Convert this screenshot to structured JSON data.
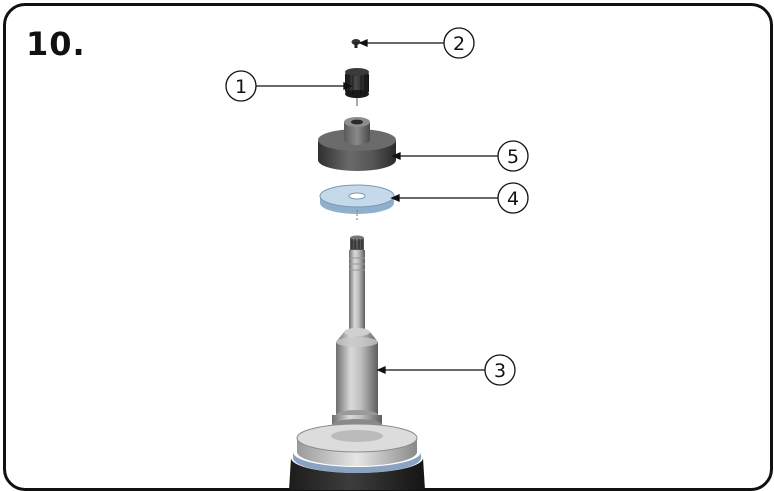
{
  "step": {
    "number": "10."
  },
  "callouts": [
    {
      "id": "1",
      "label": "1"
    },
    {
      "id": "2",
      "label": "2"
    },
    {
      "id": "3",
      "label": "3"
    },
    {
      "id": "4",
      "label": "4"
    },
    {
      "id": "5",
      "label": "5"
    }
  ],
  "colors": {
    "frame": "#111111",
    "cap_dark": "#2a2a2a",
    "hub_gray": "#4a4a4a",
    "washer_blue": "#b9d2e6",
    "shaft_silver": "#a9a9a9",
    "base_blue_ring": "#7f97b8"
  }
}
